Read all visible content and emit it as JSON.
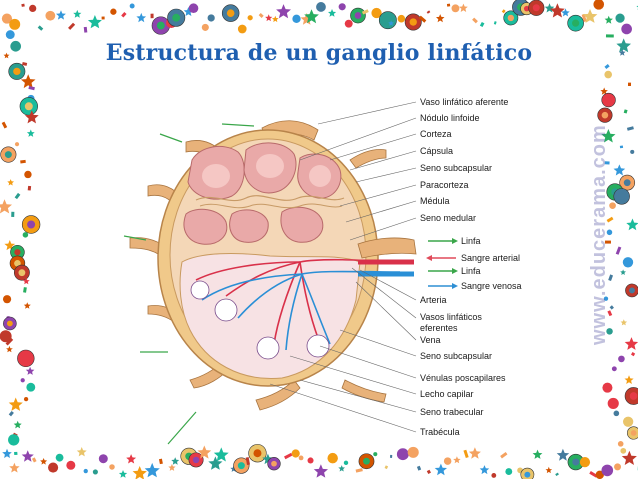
{
  "title": "Estructura de un ganglio linfático",
  "watermark": "www.educerama.com",
  "labels_right": [
    "Vaso linfático aferente",
    "Nódulo linfoide",
    "Corteza",
    "Cápsula",
    "Seno subcapsular",
    "Paracorteza",
    "Médula",
    "Seno medular"
  ],
  "legend": [
    {
      "text": "Linfa",
      "color": "#3aa64a"
    },
    {
      "text": "Sangre arterial",
      "color": "#e04a5a"
    },
    {
      "text": "Linfa",
      "color": "#3aa64a"
    },
    {
      "text": "Sangre venosa",
      "color": "#2e8fd4"
    }
  ],
  "labels_bottom": [
    "Arteria",
    "Vasos linfáticos",
    "eferentes",
    "Vena",
    "Seno subcapsular",
    "Vénulas poscapilares",
    "Lecho capilar",
    "Seno trabecular",
    "Trabécula"
  ],
  "colors": {
    "capsule": "#f0c98a",
    "capsule_stroke": "#b8844a",
    "cortex": "#f4d7b7",
    "nodule": "#e9a9a8",
    "medulla": "#f7e2e4",
    "artery": "#d9314a",
    "vein": "#2a8fd6",
    "lymph": "#3aa64a",
    "title": "#1f5fb0"
  }
}
